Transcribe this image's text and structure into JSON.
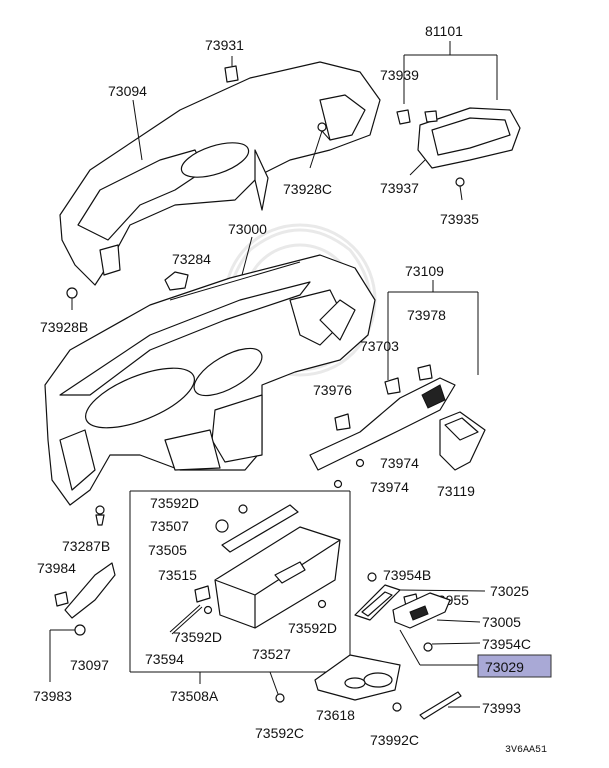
{
  "diagram": {
    "labels": {
      "p81101": "81101",
      "p73931": "73931",
      "p73939": "73939",
      "p73094": "73094",
      "p73928C": "73928C",
      "p73937": "73937",
      "p73935": "73935",
      "p73000": "73000",
      "p73284": "73284",
      "p73928B": "73928B",
      "p73109": "73109",
      "p73978": "73978",
      "p73703": "73703",
      "p73976": "73976",
      "p73974a": "73974",
      "p73974b": "73974",
      "p73119": "73119",
      "p73592D_top": "73592D",
      "p73507": "73507",
      "p73505": "73505",
      "p73287B": "73287B",
      "p73984": "73984",
      "p73515": "73515",
      "p73592D_mid": "73592D",
      "p73592D_right": "73592D",
      "p73594": "73594",
      "p73527": "73527",
      "p73097": "73097",
      "p73983": "73983",
      "p73508A": "73508A",
      "p73592C_bot": "73592C",
      "p73954B": "73954B",
      "p73025": "73025",
      "p73955": "73955",
      "p73005": "73005",
      "p73954C": "73954C",
      "p73029": "73029",
      "p73618": "73618",
      "p73992C": "73992C",
      "p73993": "73993"
    },
    "highlight_color": "#a9a9d6",
    "highlighted_part": "73029",
    "diagram_code": "3V6AA51"
  }
}
